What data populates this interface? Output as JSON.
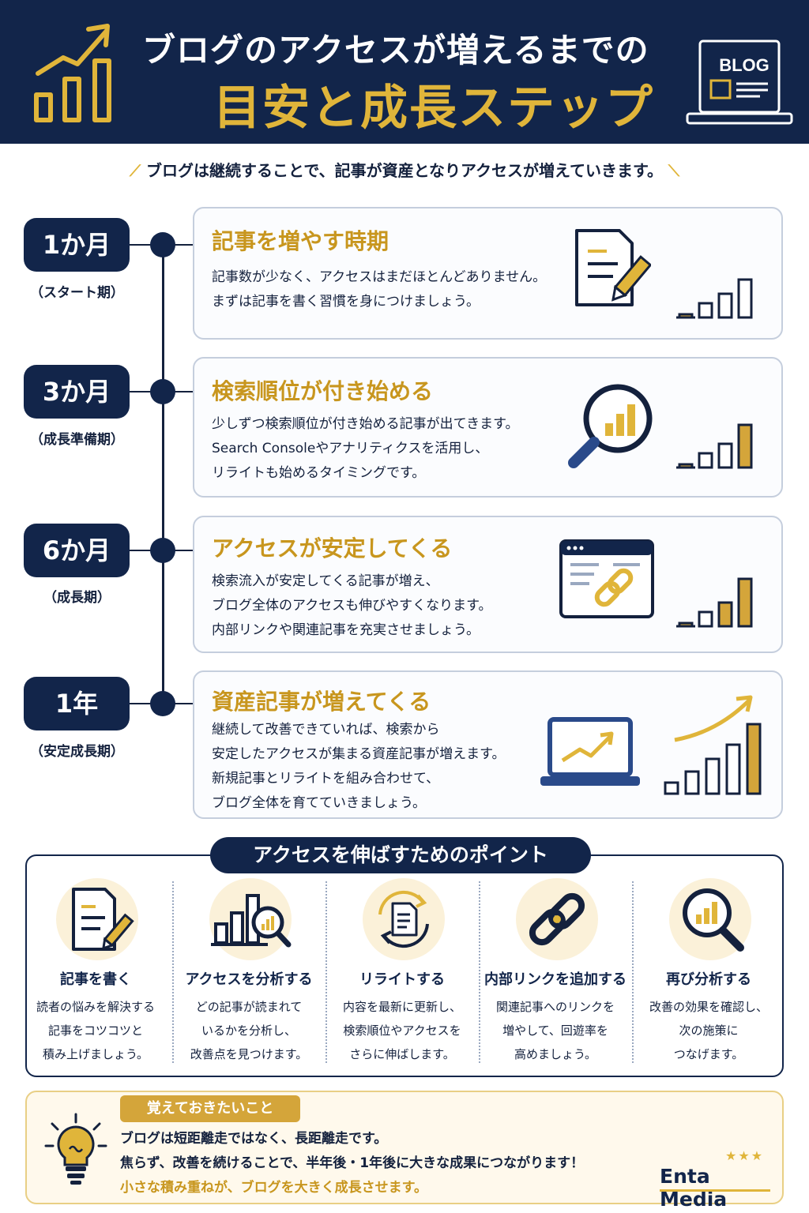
{
  "header": {
    "title_line1": "ブログのアクセスが増えるまでの",
    "title_line2": "目安と成長ステップ",
    "laptop_label": "BLOG",
    "icons": [
      "growth-chart-icon",
      "laptop-blog-icon"
    ]
  },
  "subtitle": "ブログは継続することで、記事が資産となりアクセスが増えていきます。",
  "stages": [
    {
      "period": "1か月",
      "phase": "（スタート期）",
      "title": "記事を増やす時期",
      "lines": [
        "記事数が少なく、アクセスはまだほとんどありません。",
        "まずは記事を書く習慣を身につけましょう。"
      ],
      "icon": "document-pencil-icon",
      "level": 1
    },
    {
      "period": "3か月",
      "phase": "（成長準備期）",
      "title": "検索順位が付き始める",
      "lines": [
        "少しずつ検索順位が付き始める記事が出てきます。",
        "Search Consoleやアナリティクスを活用し、",
        "リライトも始めるタイミングです。"
      ],
      "icon": "magnifier-chart-icon",
      "level": 2
    },
    {
      "period": "6か月",
      "phase": "（成長期）",
      "title": "アクセスが安定してくる",
      "lines": [
        "検索流入が安定してくる記事が増え、",
        "ブログ全体のアクセスも伸びやすくなります。",
        "内部リンクや関連記事を充実させましょう。"
      ],
      "icon": "browser-link-icon",
      "level": 3
    },
    {
      "period": "1年",
      "phase": "（安定成長期）",
      "title": "資産記事が増えてくる",
      "lines": [
        "継続して改善できていれば、検索から",
        "安定したアクセスが集まる資産記事が増えます。",
        "新規記事とリライトを組み合わせて、",
        "ブログ全体を育てていきましょう。"
      ],
      "icon": "laptop-growth-icon",
      "level": 4
    }
  ],
  "points": {
    "title": "アクセスを伸ばすためのポイント",
    "items": [
      {
        "title": "記事を書く",
        "lines": [
          "読者の悩みを解決する",
          "記事をコツコツと",
          "積み上げましょう。"
        ],
        "icon": "write-article-icon"
      },
      {
        "title": "アクセスを分析する",
        "lines": [
          "どの記事が読まれて",
          "いるかを分析し、",
          "改善点を見つけます。"
        ],
        "icon": "analytics-icon"
      },
      {
        "title": "リライトする",
        "lines": [
          "内容を最新に更新し、",
          "検索順位やアクセスを",
          "さらに伸ばします。"
        ],
        "icon": "rewrite-cycle-icon"
      },
      {
        "title": "内部リンクを追加する",
        "lines": [
          "関連記事へのリンクを",
          "増やして、回遊率を",
          "高めましょう。"
        ],
        "icon": "internal-link-icon"
      },
      {
        "title": "再び分析する",
        "lines": [
          "改善の効果を確認し、",
          "次の施策に",
          "つなげます。"
        ],
        "icon": "reanalyze-icon"
      }
    ]
  },
  "note": {
    "tag": "覚えておきたいこと",
    "line1": "ブログは短距離走ではなく、長距離走です。",
    "line2": "焦らず、改善を続けることで、半年後・1年後に大きな成果につながります！",
    "line3": "小さな積み重ねが、ブログを大きく成長させます。",
    "icon": "lightbulb-icon"
  },
  "brand": {
    "name": "Enta Media",
    "stars": "★★★"
  },
  "colors": {
    "navy": "#12254a",
    "gold": "#e0b53a",
    "gold_text": "#c8961e",
    "cream": "#fff9ec"
  }
}
